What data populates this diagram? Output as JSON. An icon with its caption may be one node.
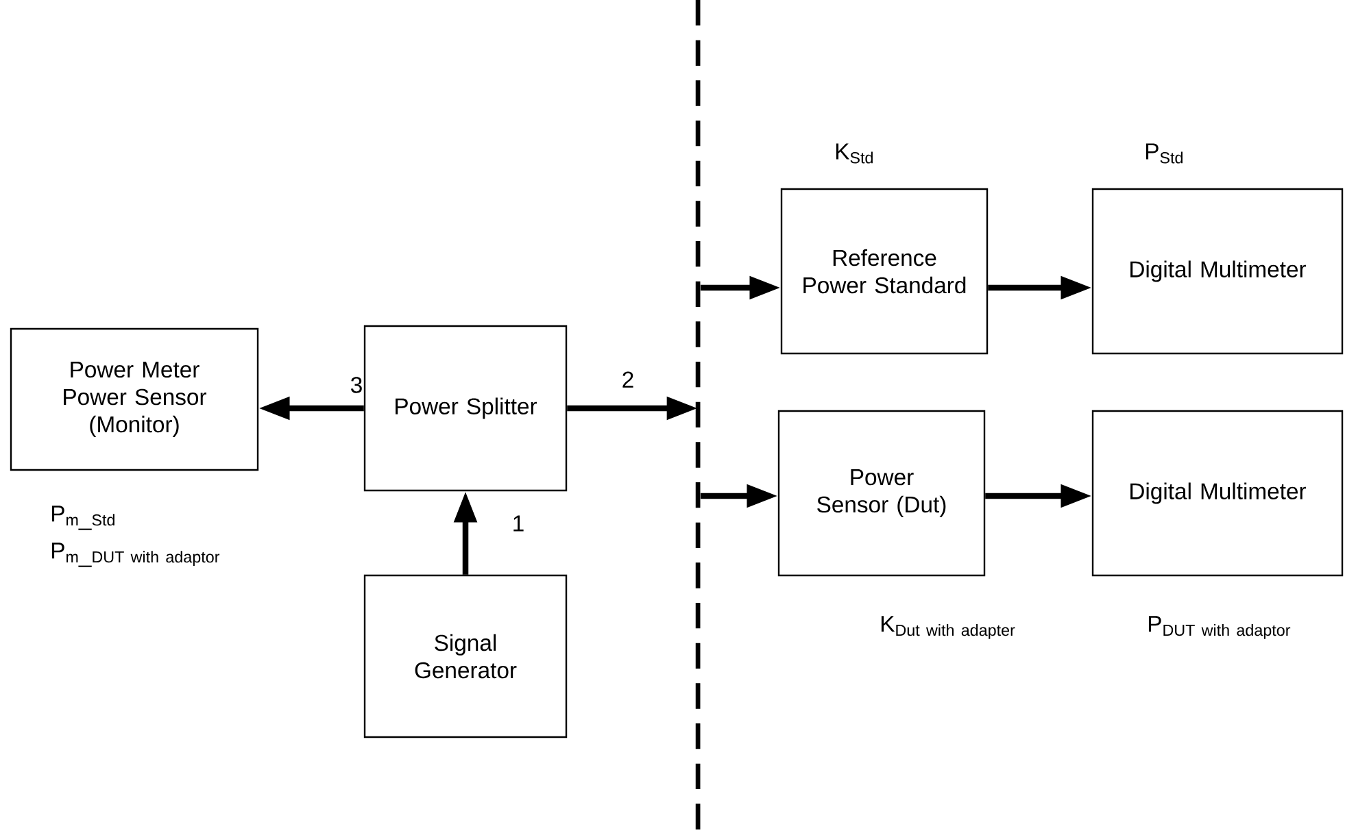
{
  "diagram": {
    "nodes": [
      {
        "text": [
          "Power Meter Power Sensor (Monitor)"
        ],
        "beside": [
          "\\mathrm{P}_{\\mathrm{m\\_Std}}",
          "\\mathrm{P}_{\\mathrm{m\\_DUT\\ with\\ adaptor}}"
        ]
      },
      {
        "text": [
          "Power Splitter"
        ]
      },
      {
        "text": [
          "Signal Generator"
        ]
      },
      {
        "text": [
          "Reference Power Standard"
        ],
        "beside": [
          "\\mathrm{K}_{\\mathrm{Std}}"
        ]
      },
      {
        "text": [
          "Digital Multimeter"
        ],
        "beside": [
          "\\mathrm{P}_{\\mathrm{Std}}"
        ]
      },
      {
        "text": [
          "Power Sensor (Dut)"
        ],
        "beside": [
          "\\mathrm{K}_{\\mathrm{Dut\\ with\\ adapter}}"
        ]
      },
      {
        "text": [
          "Digital Multimeter"
        ],
        "beside": [
          "\\mathrm{P}_{\\mathrm{DUT\\ with\\ adaptor}}"
        ]
      }
    ],
    "edges": [
      {
        "from": 2,
        "to": 1,
        "arrow": "to",
        "label": "1"
      },
      {
        "from": 1,
        "to": 0,
        "arrow": "to",
        "label": "3"
      },
      {
        "from": 1,
        "to": null,
        "arrow": "to",
        "label": "2"
      },
      {
        "from": null,
        "to": 3,
        "arrow": "to"
      },
      {
        "from": null,
        "to": 5,
        "arrow": "to"
      },
      {
        "from": 3,
        "to": 4,
        "arrow": "to"
      },
      {
        "from": 5,
        "to": 6,
        "arrow": "to"
      }
    ]
  }
}
